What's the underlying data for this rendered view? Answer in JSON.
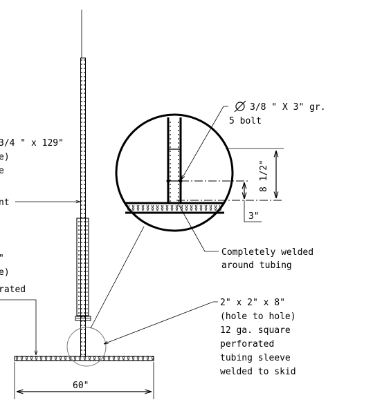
{
  "callouts": {
    "bolt_line1": "3/8 \" X 3\" gr.",
    "bolt_line2": "5 bolt",
    "dim_8_half": "8 1/2\"",
    "dim_3": "3\"",
    "weld_line1": "Completely welded",
    "weld_line2": "around tubing",
    "sleeve_lines": [
      "2\" x 2\" x 8\"",
      "(hole to hole)",
      "12 ga. square",
      "perforated",
      "tubing sleeve",
      "welded to skid"
    ],
    "dim_60": "60\""
  },
  "left_cut": {
    "upper_lines": [
      "3/4 \" x 129\"",
      "e)",
      "e"
    ],
    "mid_line": "nt",
    "lower_lines": [
      "\"",
      "e)",
      "rated"
    ]
  },
  "icons": {
    "diameter": "diameter-symbol"
  }
}
